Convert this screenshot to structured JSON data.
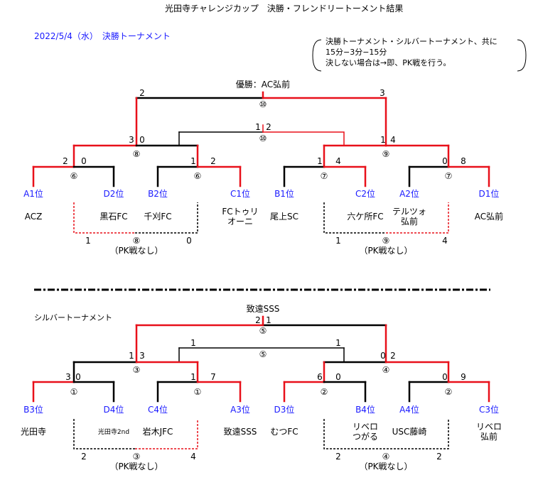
{
  "header": {
    "title": "光田寺チャレンジカップ　決勝・フレンドリートーメント結果"
  },
  "date_label": "2022/5/4（水）　決勝トーナメント",
  "note": {
    "lines": [
      "決勝トーナメント・シルバートーナメント、共に",
      "15分−3分−15分",
      "決しない場合は→即、PK戦を行う。"
    ]
  },
  "main_bracket": {
    "winner": "優勝：AC弘前",
    "final_scores": [
      "2",
      "3"
    ],
    "final_pitch": "⑩",
    "third_scores": [
      "1",
      "2"
    ],
    "third_pitch": "⑩",
    "semi_pitches": [
      "⑧",
      "⑨"
    ],
    "semi_scores": [
      "3",
      "0",
      "1",
      "4"
    ],
    "qf_pitches": [
      "⑥",
      "⑥",
      "⑦",
      "⑦"
    ],
    "qf_scores": [
      "2",
      "0",
      "1",
      "2",
      "1",
      "4",
      "0",
      "8"
    ],
    "seeds": [
      "A1位",
      "D2位",
      "B2位",
      "C1位",
      "B1位",
      "C2位",
      "A2位",
      "D1位"
    ],
    "teams": [
      "ACZ",
      "黒石FC",
      "千刈FC",
      "FCトゥリ\nオーニ",
      "尾上SC",
      "六ケ所FC",
      "テルツォ\n弘前",
      "AC弘前"
    ],
    "friendly": [
      {
        "pitch": "⑧",
        "scores": [
          "1",
          "0"
        ],
        "pk": "（PK戦なし）"
      },
      {
        "pitch": "⑨",
        "scores": [
          "1",
          "4"
        ],
        "pk": "（PK戦なし）"
      }
    ]
  },
  "silver_bracket": {
    "label": "シルバートーナメント",
    "winner": "致遠SSS",
    "final_scores": [
      "2",
      "1"
    ],
    "final_pitch": "⑤",
    "third_scores": [
      "1",
      "1"
    ],
    "third_pitch": "⑤",
    "semi_pitches": [
      "③",
      "④"
    ],
    "semi_scores": [
      "1",
      "3",
      "0",
      "2"
    ],
    "qf_pitches": [
      "①",
      "①",
      "②",
      "②"
    ],
    "qf_scores": [
      "3",
      "0",
      "1",
      "7",
      "6",
      "0",
      "0",
      "9"
    ],
    "seeds": [
      "B3位",
      "D4位",
      "C4位",
      "A3位",
      "D3位",
      "B4位",
      "A4位",
      "C3位"
    ],
    "teams": [
      "光田寺",
      "光田寺2nd",
      "岩木JFC",
      "致遠SSS",
      "むつFC",
      "リベロ\nつがる",
      "USC藤崎",
      "リベロ\n弘前"
    ],
    "friendly": [
      {
        "pitch": "③",
        "scores": [
          "2",
          "4"
        ],
        "pk": "（PK戦なし）"
      },
      {
        "pitch": "④",
        "scores": [
          "2",
          "2"
        ],
        "pk": "（PK戦なし）"
      }
    ]
  },
  "colors": {
    "win": "#e8101a",
    "lose": "#000000",
    "seed": "#1a1aff",
    "friendly": "#e8101a"
  }
}
